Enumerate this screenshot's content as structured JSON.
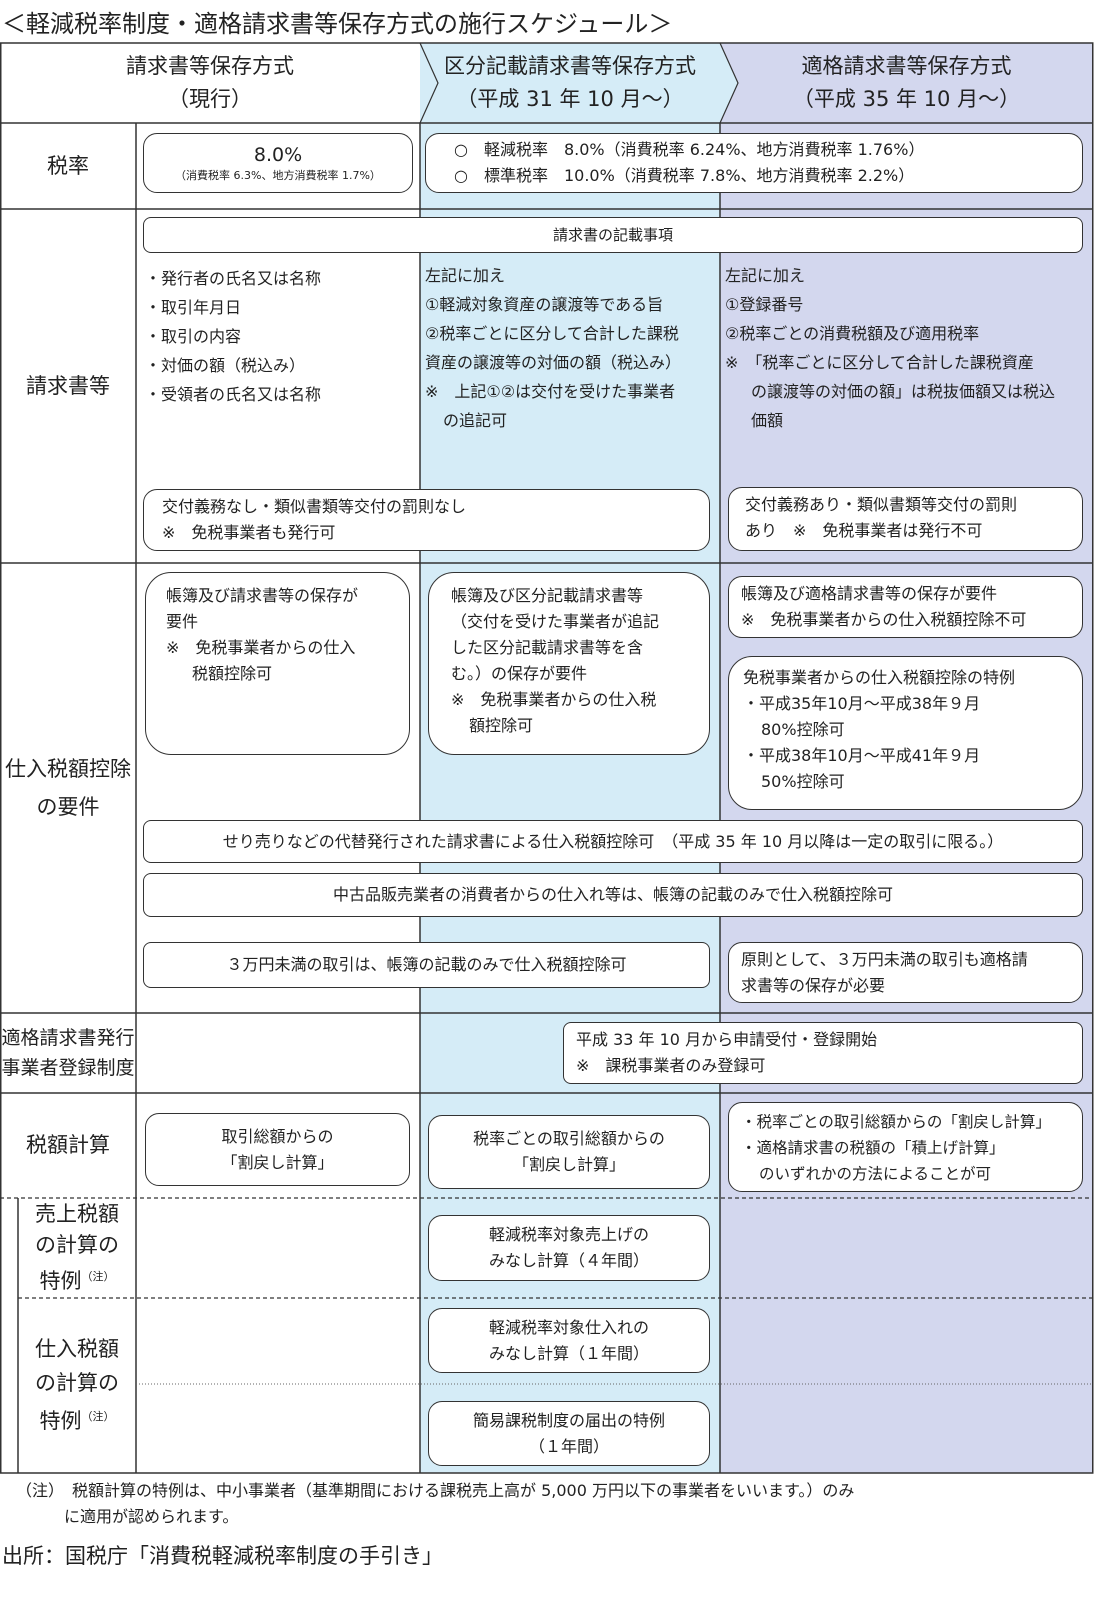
{
  "title": "＜軽減税率制度・適格請求書等保存方式の施行スケジュール＞",
  "colors": {
    "col2": "#d5ecf7",
    "col3": "#d3d7ee"
  },
  "headers": [
    {
      "l1": "請求書等保存方式",
      "l2": "（現行）"
    },
    {
      "l1": "区分記載請求書等保存方式",
      "l2": "（平成 31 年 10 月～）"
    },
    {
      "l1": "適格請求書等保存方式",
      "l2": "（平成 35 年 10 月～）"
    }
  ],
  "rows": {
    "rate": "税率",
    "invoice": "請求書等",
    "input": [
      "仕入税額控除",
      "の要件"
    ],
    "reg": [
      "適格請求書発行",
      "事業者登録制度"
    ],
    "calc": "税額計算",
    "sales_special": [
      "売上税額",
      "の計算の",
      "特例"
    ],
    "input_special": [
      "仕入税額",
      "の計算の",
      "特例"
    ],
    "note_mark": "（注）"
  },
  "rate": {
    "current_main": "8.0%",
    "current_sub": "（消費税率 6.3%、地方消費税率 1.7%）",
    "reduced": "○　軽減税率　8.0%（消費税率 6.24%、地方消費税率 1.76%）",
    "standard": "○　標準税率　10.0%（消費税率 7.8%、地方消費税率 2.2%）"
  },
  "invoice": {
    "header": "請求書の記載事項",
    "col1": [
      "・発行者の氏名又は名称",
      "・取引年月日",
      "・取引の内容",
      "・対価の額（税込み）",
      "・受領者の氏名又は名称"
    ],
    "col2": [
      "左記に加え",
      "①軽減対象資産の譲渡等である旨",
      "②税率ごとに区分して合計した課税",
      "資産の譲渡等の対価の額（税込み）",
      "※　上記①②は交付を受けた事業者",
      "の追記可"
    ],
    "col3": [
      "左記に加え",
      "①登録番号",
      "②税率ごとの消費税額及び適用税率",
      "※　「税率ごとに区分して合計した課税資産",
      "の譲渡等の対価の額」は税抜価額又は税込",
      "価額"
    ],
    "box_left": [
      "交付義務なし・類似書類等交付の罰則なし",
      "※　免税事業者も発行可"
    ],
    "box_right": [
      "交付義務あり・類似書類等交付の罰則",
      "あり　※　免税事業者は発行不可"
    ]
  },
  "input": {
    "col1": [
      "帳簿及び請求書等の保存が",
      "要件",
      "※　免税事業者からの仕入",
      "税額控除可"
    ],
    "col2": [
      "帳簿及び区分記載請求書等",
      "（交付を受けた事業者が追記",
      "した区分記載請求書等を含",
      "む。）の保存が要件",
      "※　免税事業者からの仕入税",
      "額控除可"
    ],
    "col3a": [
      "帳簿及び適格請求書等の保存が要件",
      "※　免税事業者からの仕入税額控除不可"
    ],
    "col3b": [
      "免税事業者からの仕入税額控除の特例",
      "・平成35年10月～平成38年９月",
      "80%控除可",
      "・平成38年10月～平成41年９月",
      "50%控除可"
    ],
    "wide1": "せり売りなどの代替発行された請求書による仕入税額控除可　（平成 35 年 10 月以降は一定の取引に限る。）",
    "wide2": "中古品販売業者の消費者からの仕入れ等は、帳簿の記載のみで仕入税額控除可",
    "small_left": "３万円未満の取引は、帳簿の記載のみで仕入税額控除可",
    "small_right": [
      "原則として、３万円未満の取引も適格請",
      "求書等の保存が必要"
    ]
  },
  "reg": [
    "平成 33 年 10 月から申請受付・登録開始",
    "※　課税事業者のみ登録可"
  ],
  "calc": {
    "col1": [
      "取引総額からの",
      "「割戻し計算」"
    ],
    "col2": [
      "税率ごとの取引総額からの",
      "「割戻し計算」"
    ],
    "col3": [
      "・税率ごとの取引総額からの「割戻し計算」",
      "・適格請求書の税額の「積上げ計算」",
      "のいずれかの方法によることが可"
    ],
    "sales": [
      "軽減税率対象売上げの",
      "みなし計算（４年間）"
    ],
    "input": [
      "軽減税率対象仕入れの",
      "みなし計算（１年間）"
    ],
    "simple": [
      "簡易課税制度の届出の特例",
      "（１年間）"
    ]
  },
  "note": [
    "（注）　税額計算の特例は、中小事業者（基準期間における課税売上高が 5,000 万円以下の事業者をいいます。）のみ",
    "に適用が認められます。"
  ],
  "source": "出所：国税庁「消費税軽減税率制度の手引き」"
}
